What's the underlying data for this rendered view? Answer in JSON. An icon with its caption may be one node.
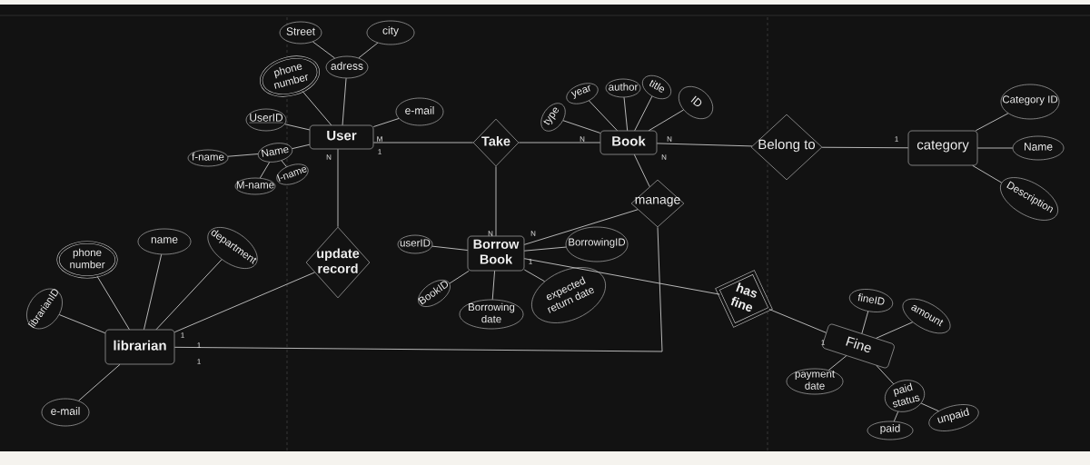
{
  "diagram": {
    "nodes": [
      {
        "text": [
          "User"
        ]
      },
      {
        "text": [
          "Street"
        ]
      },
      {
        "text": [
          "city"
        ]
      },
      {
        "text": [
          "adress"
        ]
      },
      {
        "text": [
          "phone number"
        ]
      },
      {
        "text": [
          "e-mail"
        ]
      },
      {
        "text": [
          "UserID"
        ]
      },
      {
        "text": [
          "Name"
        ]
      },
      {
        "text": [
          "f-name"
        ]
      },
      {
        "text": [
          "M-name"
        ]
      },
      {
        "text": [
          "l-name"
        ]
      },
      {
        "text": [
          "Take"
        ]
      },
      {
        "text": [
          "Book"
        ]
      },
      {
        "text": [
          "type"
        ]
      },
      {
        "text": [
          "year"
        ]
      },
      {
        "text": [
          "author"
        ]
      },
      {
        "text": [
          "title"
        ]
      },
      {
        "text": [
          "ID"
        ]
      },
      {
        "text": [
          "Belong to"
        ]
      },
      {
        "text": [
          "category"
        ]
      },
      {
        "text": [
          "Category ID"
        ]
      },
      {
        "text": [
          "Name"
        ]
      },
      {
        "text": [
          "Description"
        ]
      },
      {
        "text": [
          "update record"
        ]
      },
      {
        "text": [
          "librarian"
        ]
      },
      {
        "text": [
          "phone number"
        ]
      },
      {
        "text": [
          "name"
        ]
      },
      {
        "text": [
          "department"
        ]
      },
      {
        "text": [
          "librarianID"
        ]
      },
      {
        "text": [
          "e-mail"
        ]
      },
      {
        "text": [
          "Borrow Book"
        ]
      },
      {
        "text": [
          "userID"
        ]
      },
      {
        "text": [
          "BookID"
        ]
      },
      {
        "text": [
          "Borrowing date"
        ]
      },
      {
        "text": [
          "expected return date"
        ]
      },
      {
        "text": [
          "BorrowingID"
        ]
      },
      {
        "text": [
          "manage"
        ]
      },
      {
        "text": [
          "has fine"
        ]
      },
      {
        "text": [
          "Fine"
        ]
      },
      {
        "text": [
          "fineID"
        ]
      },
      {
        "text": [
          "amount"
        ]
      },
      {
        "text": [
          "payment date"
        ]
      },
      {
        "text": [
          "paid status"
        ]
      },
      {
        "text": [
          "paid"
        ]
      },
      {
        "text": [
          "unpaid"
        ]
      }
    ],
    "edges": [
      {
        "from": 0,
        "to": 3,
        "arrow": "none"
      },
      {
        "from": 3,
        "to": 1,
        "arrow": "none"
      },
      {
        "from": 3,
        "to": 2,
        "arrow": "none"
      },
      {
        "from": 0,
        "to": 4,
        "arrow": "none"
      },
      {
        "from": 0,
        "to": 5,
        "arrow": "none"
      },
      {
        "from": 0,
        "to": 6,
        "arrow": "none"
      },
      {
        "from": 0,
        "to": 7,
        "arrow": "none"
      },
      {
        "from": 7,
        "to": 8,
        "arrow": "none"
      },
      {
        "from": 7,
        "to": 9,
        "arrow": "none"
      },
      {
        "from": 7,
        "to": 10,
        "arrow": "none"
      },
      {
        "from": 0,
        "to": 11,
        "arrow": "none"
      },
      {
        "from": 11,
        "to": 12,
        "arrow": "none"
      },
      {
        "from": 11,
        "to": 30,
        "arrow": "none"
      },
      {
        "from": 0,
        "to": 23,
        "arrow": "none"
      },
      {
        "from": 23,
        "to": 24,
        "arrow": "none"
      },
      {
        "from": 12,
        "to": 13,
        "arrow": "none"
      },
      {
        "from": 12,
        "to": 14,
        "arrow": "none"
      },
      {
        "from": 12,
        "to": 15,
        "arrow": "none"
      },
      {
        "from": 12,
        "to": 16,
        "arrow": "none"
      },
      {
        "from": 12,
        "to": 17,
        "arrow": "none"
      },
      {
        "from": 12,
        "to": 18,
        "arrow": "none"
      },
      {
        "from": 18,
        "to": 19,
        "arrow": "none"
      },
      {
        "from": 19,
        "to": 20,
        "arrow": "none"
      },
      {
        "from": 19,
        "to": 21,
        "arrow": "none"
      },
      {
        "from": 19,
        "to": 22,
        "arrow": "none"
      },
      {
        "from": 12,
        "to": 36,
        "arrow": "none"
      },
      {
        "from": 36,
        "to": 30,
        "arrow": "none"
      },
      {
        "from": 36,
        "to": 24,
        "arrow": "none"
      },
      {
        "from": 24,
        "to": 25,
        "arrow": "none"
      },
      {
        "from": 24,
        "to": 26,
        "arrow": "none"
      },
      {
        "from": 24,
        "to": 27,
        "arrow": "none"
      },
      {
        "from": 24,
        "to": 28,
        "arrow": "none"
      },
      {
        "from": 24,
        "to": 29,
        "arrow": "none"
      },
      {
        "from": 30,
        "to": 31,
        "arrow": "none"
      },
      {
        "from": 30,
        "to": 32,
        "arrow": "none"
      },
      {
        "from": 30,
        "to": 33,
        "arrow": "none"
      },
      {
        "from": 30,
        "to": 34,
        "arrow": "none"
      },
      {
        "from": 30,
        "to": 35,
        "arrow": "none"
      },
      {
        "from": 30,
        "to": 37,
        "arrow": "none"
      },
      {
        "from": 37,
        "to": 38,
        "arrow": "none"
      },
      {
        "from": 38,
        "to": 39,
        "arrow": "none"
      },
      {
        "from": 38,
        "to": 40,
        "arrow": "none"
      },
      {
        "from": 38,
        "to": 41,
        "arrow": "none"
      },
      {
        "from": 38,
        "to": 42,
        "arrow": "none"
      },
      {
        "from": 42,
        "to": 43,
        "arrow": "none"
      },
      {
        "from": 42,
        "to": 44,
        "arrow": "none"
      }
    ],
    "labels": [
      "M",
      "N",
      "N",
      "1",
      "1",
      "N",
      "N",
      "N",
      "N",
      "1",
      "1",
      "1",
      "1",
      "1"
    ]
  }
}
